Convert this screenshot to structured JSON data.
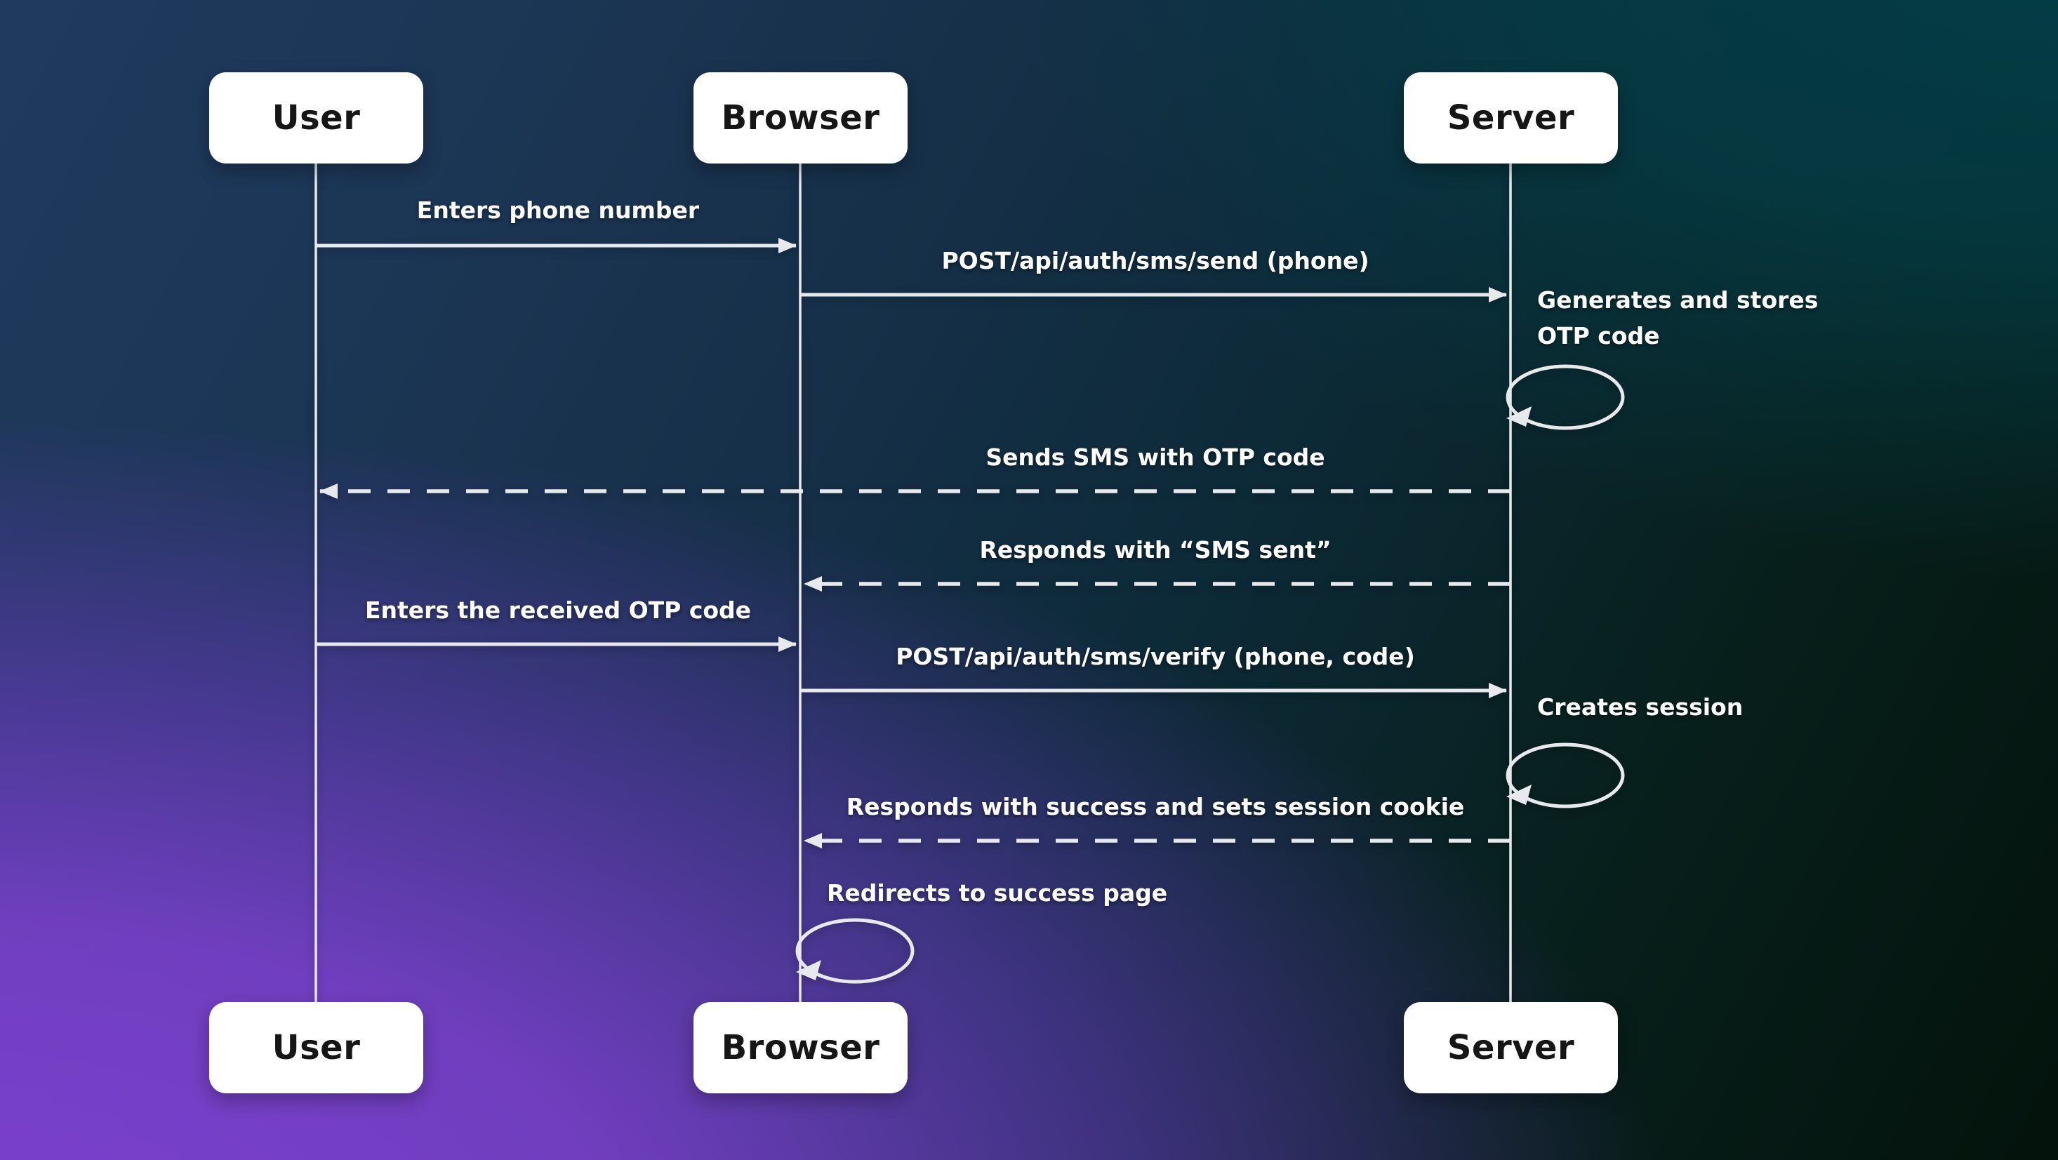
{
  "actors": [
    {
      "label": "User"
    },
    {
      "label": "Browser"
    },
    {
      "label": "Server"
    }
  ],
  "messages": [
    {
      "label": "Enters phone number",
      "from": "User",
      "to": "Browser",
      "style": "solid"
    },
    {
      "label": "POST/api/auth/sms/send (phone)",
      "from": "Browser",
      "to": "Server",
      "style": "solid"
    },
    {
      "label": "Sends SMS with OTP code",
      "from": "Server",
      "to": "User",
      "style": "dashed"
    },
    {
      "label": "Responds with “SMS sent”",
      "from": "Server",
      "to": "Browser",
      "style": "dashed"
    },
    {
      "label": "Enters the received OTP code",
      "from": "User",
      "to": "Browser",
      "style": "solid"
    },
    {
      "label": "POST/api/auth/sms/verify (phone, code)",
      "from": "Browser",
      "to": "Server",
      "style": "solid"
    },
    {
      "label": "Responds with success and sets session cookie",
      "from": "Server",
      "to": "Browser",
      "style": "dashed"
    }
  ],
  "self_actions": [
    {
      "actor": "Server",
      "label": "Generates and stores OTP code"
    },
    {
      "actor": "Server",
      "label": "Creates session"
    },
    {
      "actor": "Browser",
      "label": "Redirects to success page"
    }
  ],
  "colors": {
    "bg_top_left": "#20395c",
    "bg_top_right": "#043b44",
    "bg_bottom_left": "#7c40cf",
    "bg_bottom_right": "#05130c",
    "line": "#e8e9ec",
    "actor_bg": "#ffffff",
    "actor_text": "#161616",
    "message_text": "#ffffff"
  }
}
